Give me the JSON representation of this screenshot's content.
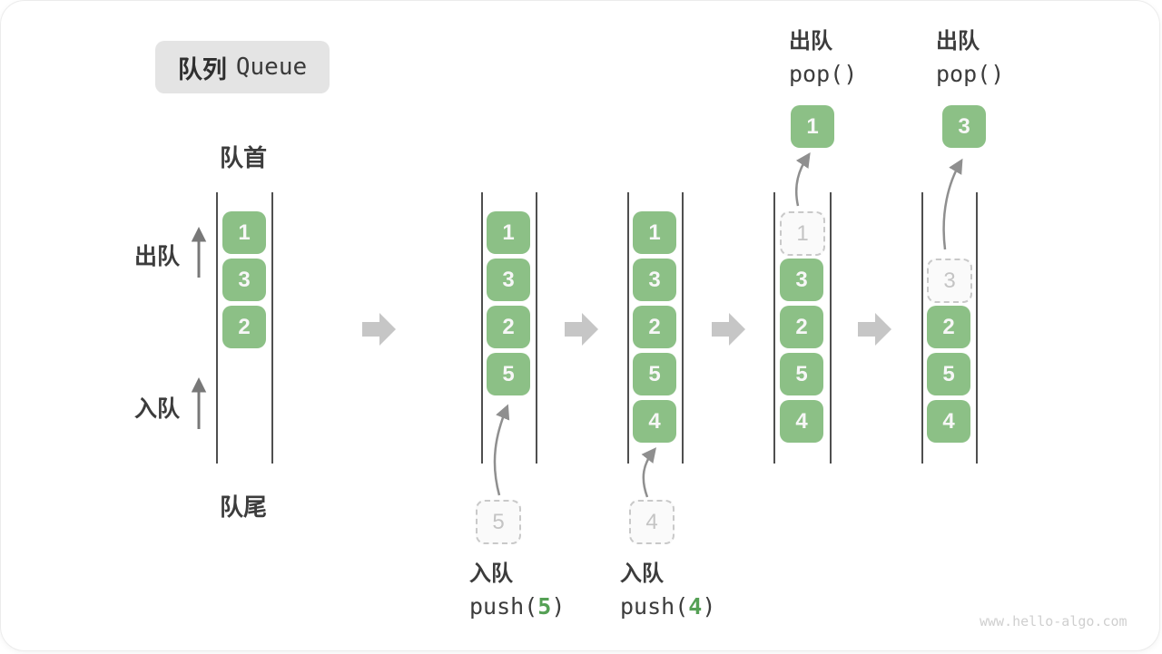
{
  "title": {
    "zh": "队列",
    "en": "Queue"
  },
  "labels": {
    "front": "队首",
    "rear": "队尾",
    "dequeue_side": "出队",
    "enqueue_side": "入队"
  },
  "ops": {
    "push5": {
      "label": "入队",
      "pre": "push(",
      "arg": "5",
      "post": ")"
    },
    "push4": {
      "label": "入队",
      "pre": "push(",
      "arg": "4",
      "post": ")"
    },
    "pop1": {
      "label": "出队",
      "code": "pop()"
    },
    "pop2": {
      "label": "出队",
      "code": "pop()"
    }
  },
  "states": [
    {
      "cells": [
        "1",
        "3",
        "2"
      ]
    },
    {
      "cells": [
        "1",
        "3",
        "2",
        "5"
      ],
      "incoming": "5"
    },
    {
      "cells": [
        "1",
        "3",
        "2",
        "5",
        "4"
      ],
      "incoming": "4"
    },
    {
      "ghost": "1",
      "cells": [
        "3",
        "2",
        "5",
        "4"
      ],
      "popped": "1"
    },
    {
      "ghost": "3",
      "cells": [
        "2",
        "5",
        "4"
      ],
      "popped": "3"
    }
  ],
  "watermark": "www.hello-algo.com",
  "colors": {
    "box_green": "#8cc086",
    "code_green": "#55a055",
    "flow_arrow_gray": "#c6c6c6",
    "curve_arrow_gray": "#8f8f8f",
    "dashed_gray": "#c9c9c9",
    "text_dark": "#3c3c3c"
  }
}
